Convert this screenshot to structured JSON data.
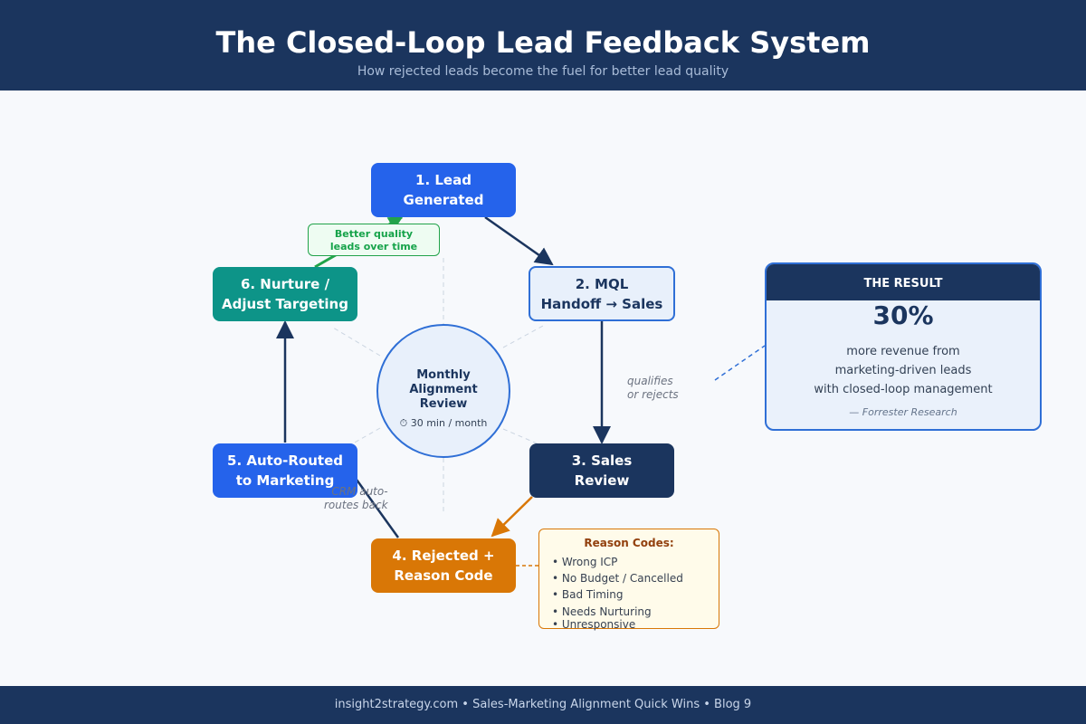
{
  "header": {
    "title": "The Closed-Loop Lead Feedback System",
    "subtitle": "How rejected leads become the fuel for better lead quality"
  },
  "diagram": {
    "steps": [
      {
        "label": "1. Lead\nGenerated"
      },
      {
        "label": "2. MQL\nHandoff → Sales"
      },
      {
        "label": "3. Sales\nReview"
      },
      {
        "label": "4. Rejected +\nReason Code"
      },
      {
        "label": "5. Auto-Routed\nto Marketing"
      },
      {
        "label": "6. Nurture /\nAdjust Targeting"
      }
    ],
    "benefit_label": "Better quality\nleads over time",
    "edge_labels": {
      "qualifies": "qualifies\nor rejects",
      "crm": "CRM auto-\nroutes back"
    },
    "hub": {
      "title": "Monthly\nAlignment\nReview",
      "subtitle": "⏱ 30 min / month"
    },
    "reason_codes": {
      "title": "Reason Codes:",
      "items": [
        "• Wrong ICP",
        "• No Budget / Cancelled",
        "• Bad Timing",
        "• Needs Nurturing",
        "• Unresponsive"
      ]
    }
  },
  "result": {
    "heading": "THE RESULT",
    "stat": "30%",
    "description": "more revenue from\nmarketing-driven leads\nwith closed-loop management",
    "source": "— Forrester Research"
  },
  "footer": {
    "text": "insight2strategy.com • Sales-Marketing Alignment Quick Wins • Blog 9"
  },
  "colors": {
    "navy": "#1b355e",
    "blue": "#2563eb",
    "orange": "#d97706",
    "teal": "#0d9488",
    "green": "#16a34a"
  }
}
